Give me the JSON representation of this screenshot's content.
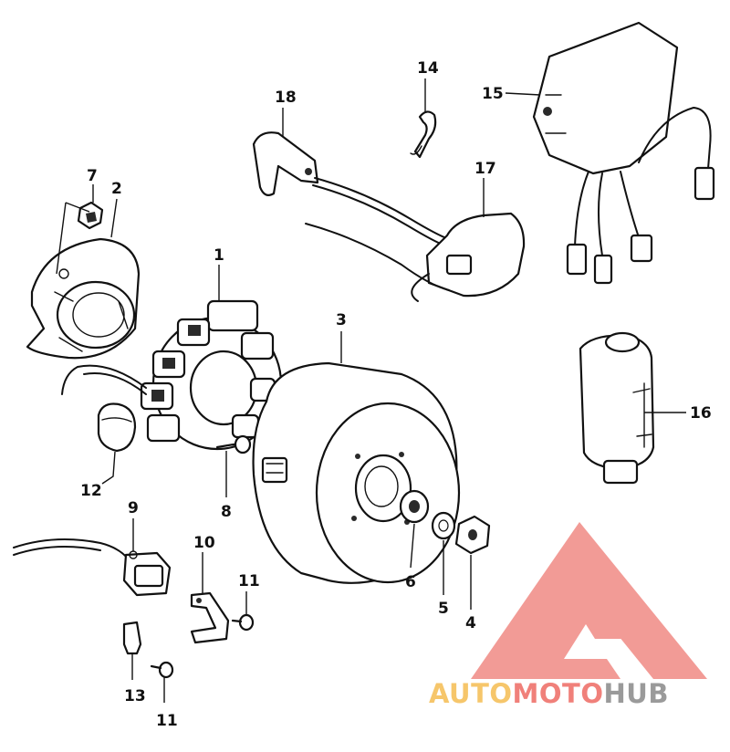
{
  "parts": [
    {
      "number": "1",
      "name": "stator"
    },
    {
      "number": "2",
      "name": "stator-cover"
    },
    {
      "number": "3",
      "name": "flywheel-rotor"
    },
    {
      "number": "4",
      "name": "nut"
    },
    {
      "number": "5",
      "name": "lock-washer"
    },
    {
      "number": "6",
      "name": "washer"
    },
    {
      "number": "7",
      "name": "screw"
    },
    {
      "number": "8",
      "name": "bolt"
    },
    {
      "number": "9",
      "name": "pickup-coil"
    },
    {
      "number": "10",
      "name": "wire-clamp"
    },
    {
      "number": "11",
      "name": "screw"
    },
    {
      "number": "11",
      "name": "screw"
    },
    {
      "number": "12",
      "name": "grommet"
    },
    {
      "number": "13",
      "name": "connector"
    },
    {
      "number": "14",
      "name": "wire-clip"
    },
    {
      "number": "15",
      "name": "cdi-unit"
    },
    {
      "number": "16",
      "name": "ignition-coil-cylinder"
    },
    {
      "number": "17",
      "name": "ignition-coil"
    },
    {
      "number": "18",
      "name": "spark-plug-cap"
    }
  ],
  "watermark": {
    "part1": "AUTO",
    "part2": "MOTO",
    "part3": "HUB",
    "colors": {
      "auto": "#f6c66b",
      "moto": "#f0807a",
      "hub": "#9a9a9a",
      "triangle": "#f08a84"
    }
  }
}
